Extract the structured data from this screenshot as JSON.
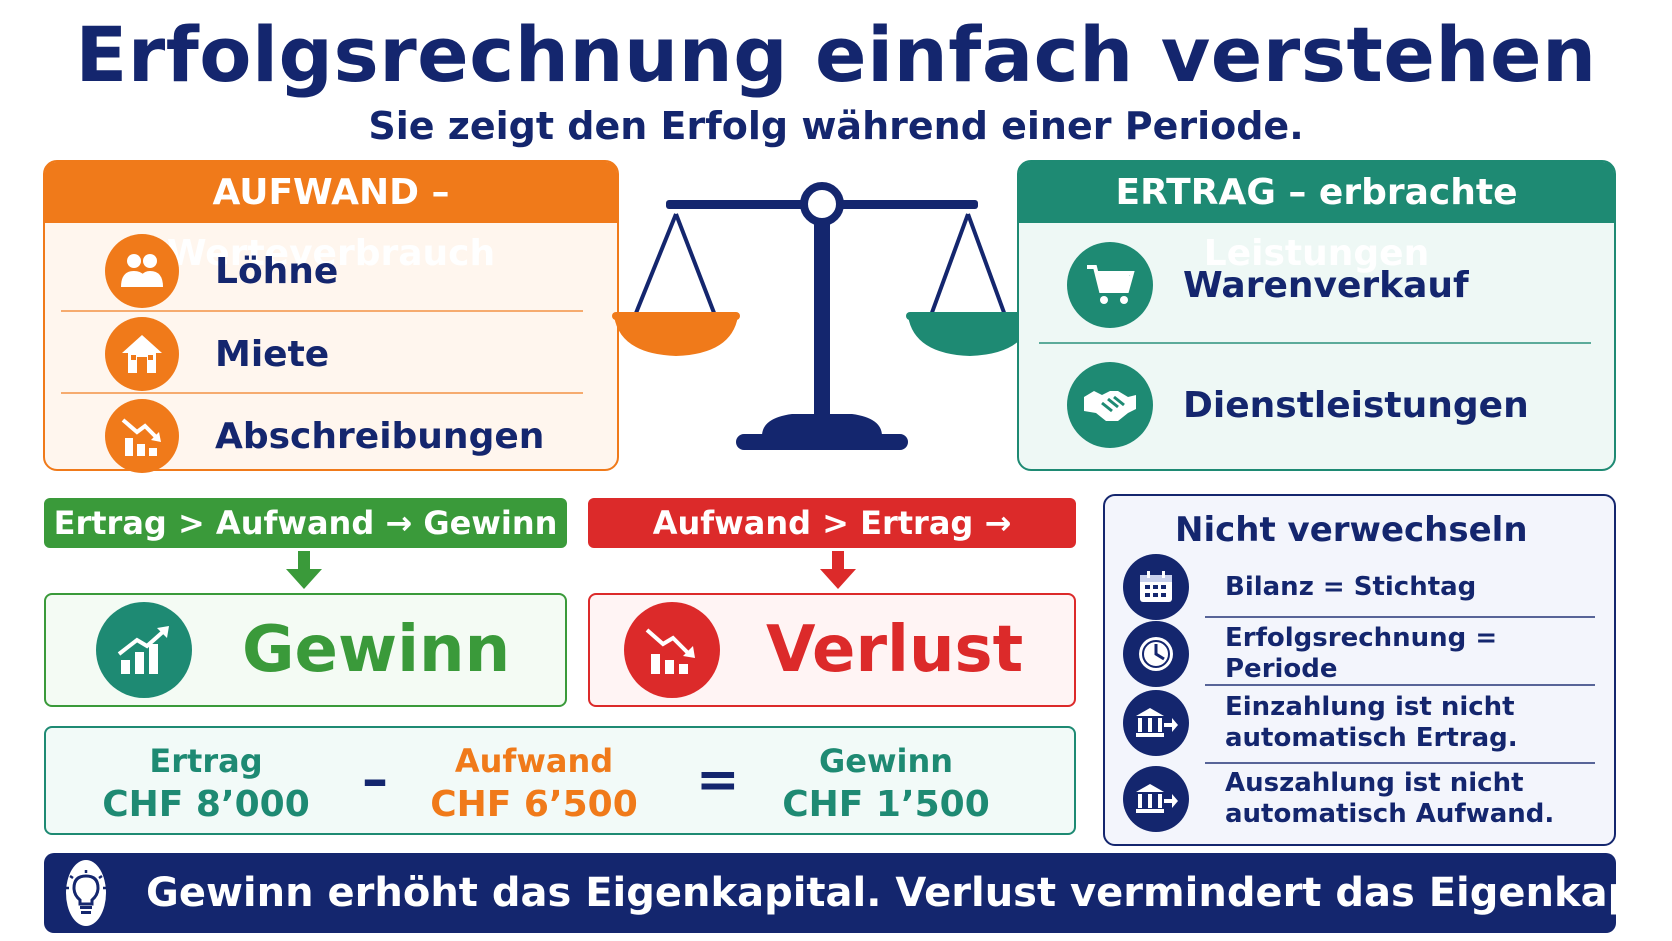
{
  "header": {
    "title": "Erfolgsrechnung einfach verstehen",
    "subtitle": "Sie zeigt den Erfolg während einer Periode."
  },
  "aufwand": {
    "heading": "AUFWAND – Werteverbrauch",
    "items": [
      {
        "label": "Löhne",
        "icon": "people-icon"
      },
      {
        "label": "Miete",
        "icon": "house-icon"
      },
      {
        "label": "Abschreibungen",
        "icon": "declining-chart-icon"
      }
    ]
  },
  "ertrag": {
    "heading": "ERTRAG – erbrachte Leistungen",
    "items": [
      {
        "label": "Warenverkauf",
        "icon": "cart-icon"
      },
      {
        "label": "Dienstleistungen",
        "icon": "handshake-icon"
      }
    ]
  },
  "conditions": {
    "gewinn_rule": "Ertrag > Aufwand → Gewinn",
    "verlust_rule": "Aufwand > Ertrag → Verlust",
    "gewinn_label": "Gewinn",
    "verlust_label": "Verlust"
  },
  "formula": {
    "ertrag_label": "Ertrag",
    "ertrag_value": "CHF 8’000",
    "minus": "–",
    "aufwand_label": "Aufwand",
    "aufwand_value": "CHF 6’500",
    "equals": "=",
    "gewinn_label": "Gewinn",
    "gewinn_value": "CHF 1’500"
  },
  "nicht_verwechseln": {
    "heading": "Nicht verwechseln",
    "items": [
      {
        "line1": "Bilanz = Stichtag",
        "line2": "",
        "icon": "calendar-icon"
      },
      {
        "line1": "Erfolgsrechnung = Periode",
        "line2": "",
        "icon": "clock-icon"
      },
      {
        "line1": "Einzahlung ist nicht",
        "line2": "automatisch Ertrag.",
        "icon": "bank-in-icon"
      },
      {
        "line1": "Auszahlung ist nicht",
        "line2": "automatisch Aufwand.",
        "icon": "bank-out-icon"
      }
    ]
  },
  "footer": {
    "text": "Gewinn erhöht das Eigenkapital. Verlust vermindert das Eigenkapital."
  },
  "colors": {
    "navy": "#14266e",
    "orange": "#f07a1a",
    "teal": "#1e8a73",
    "green": "#3a9a3a",
    "red": "#dc2a2a"
  }
}
